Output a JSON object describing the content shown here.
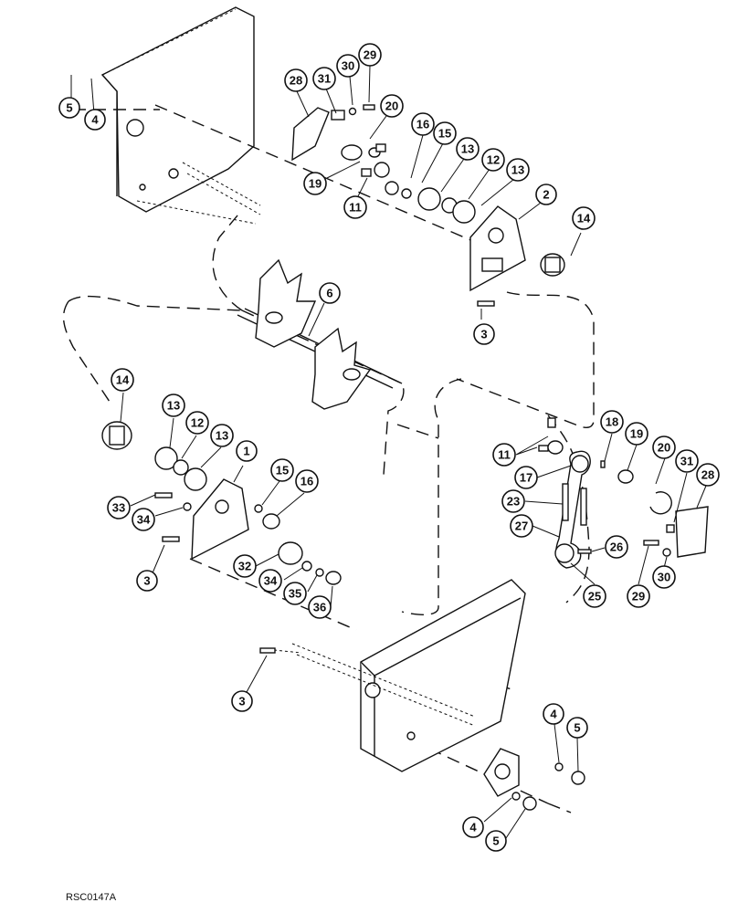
{
  "drawing_id": "RSC0147A",
  "callouts": [
    {
      "label": "5"
    },
    {
      "label": "4"
    },
    {
      "label": "28"
    },
    {
      "label": "31"
    },
    {
      "label": "30"
    },
    {
      "label": "29"
    },
    {
      "label": "20"
    },
    {
      "label": "16"
    },
    {
      "label": "15"
    },
    {
      "label": "13"
    },
    {
      "label": "12"
    },
    {
      "label": "13"
    },
    {
      "label": "19"
    },
    {
      "label": "11"
    },
    {
      "label": "2"
    },
    {
      "label": "14"
    },
    {
      "label": "6"
    },
    {
      "label": "3"
    },
    {
      "label": "14"
    },
    {
      "label": "13"
    },
    {
      "label": "12"
    },
    {
      "label": "13"
    },
    {
      "label": "1"
    },
    {
      "label": "15"
    },
    {
      "label": "16"
    },
    {
      "label": "33"
    },
    {
      "label": "34"
    },
    {
      "label": "3"
    },
    {
      "label": "32"
    },
    {
      "label": "34"
    },
    {
      "label": "35"
    },
    {
      "label": "36"
    },
    {
      "label": "18"
    },
    {
      "label": "19"
    },
    {
      "label": "20"
    },
    {
      "label": "31"
    },
    {
      "label": "28"
    },
    {
      "label": "11"
    },
    {
      "label": "17"
    },
    {
      "label": "23"
    },
    {
      "label": "27"
    },
    {
      "label": "26"
    },
    {
      "label": "25"
    },
    {
      "label": "29"
    },
    {
      "label": "30"
    },
    {
      "label": "3"
    },
    {
      "label": "4"
    },
    {
      "label": "5"
    },
    {
      "label": "4"
    },
    {
      "label": "5"
    }
  ]
}
